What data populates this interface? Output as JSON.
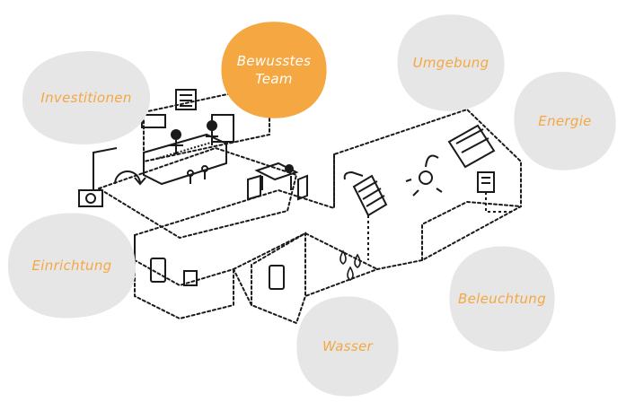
{
  "colors": {
    "bubble_fill": "#e6e6e6",
    "active_fill": "#f5a742",
    "label": "#f5a742",
    "active_label": "#ffffff",
    "ink": "#1a1a1a"
  },
  "topics": {
    "investitionen": "Investitionen",
    "bewusstes_team": "Bewusstes\nTeam",
    "umgebung": "Umgebung",
    "energie": "Energie",
    "einrichtung": "Einrichtung",
    "beleuchtung": "Beleuchtung",
    "wasser": "Wasser"
  },
  "active_topic": "bewusstes_team",
  "icons": {
    "illustration": "sketched-office-building-illustration",
    "solar_panel": "solar-panel-icon",
    "lamp": "lamp-icon",
    "water_drop": "water-drop-icon",
    "meter": "energy-meter-icon",
    "recycle": "recycle-arrows-icon"
  }
}
